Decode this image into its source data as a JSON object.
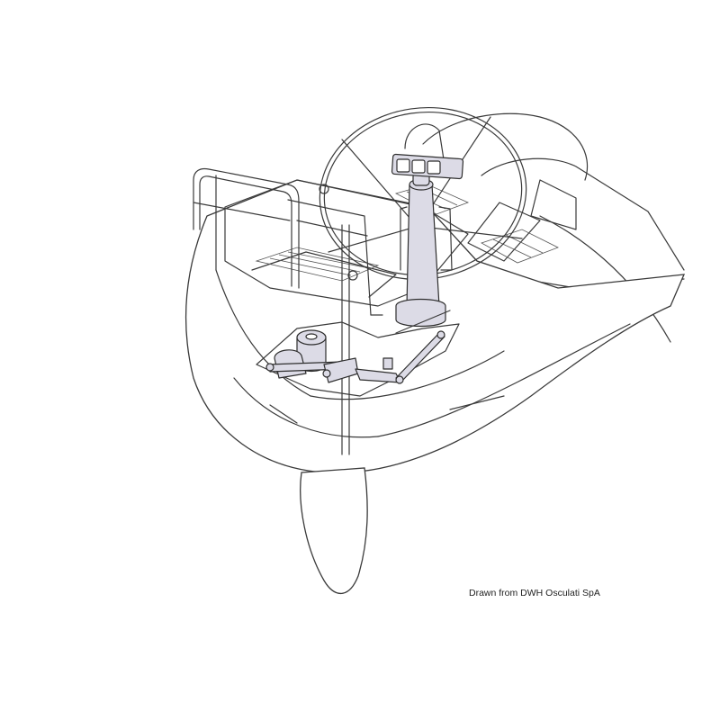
{
  "figure": {
    "subject": "Sailboat stern cutaway showing wheel steering pedestal with autopilot drive linkage to rudder stock",
    "caption": "Drawn from DWH Osculati SpA",
    "colors": {
      "background": "#ffffff",
      "line": "#3a3a3a",
      "component_fill": "#dcdbe6"
    },
    "components": [
      {
        "name": "hull-stern",
        "label": ""
      },
      {
        "name": "rudder",
        "label": ""
      },
      {
        "name": "stern-pulpit-rail",
        "label": ""
      },
      {
        "name": "steering-wheel",
        "label": ""
      },
      {
        "name": "steering-pedestal",
        "label": ""
      },
      {
        "name": "instrument-pod",
        "label": ""
      },
      {
        "name": "autopilot-drive-unit",
        "label": ""
      },
      {
        "name": "tiller-arm-linkage",
        "label": ""
      },
      {
        "name": "rudder-stock",
        "label": ""
      },
      {
        "name": "cockpit-grating",
        "label": ""
      }
    ]
  }
}
